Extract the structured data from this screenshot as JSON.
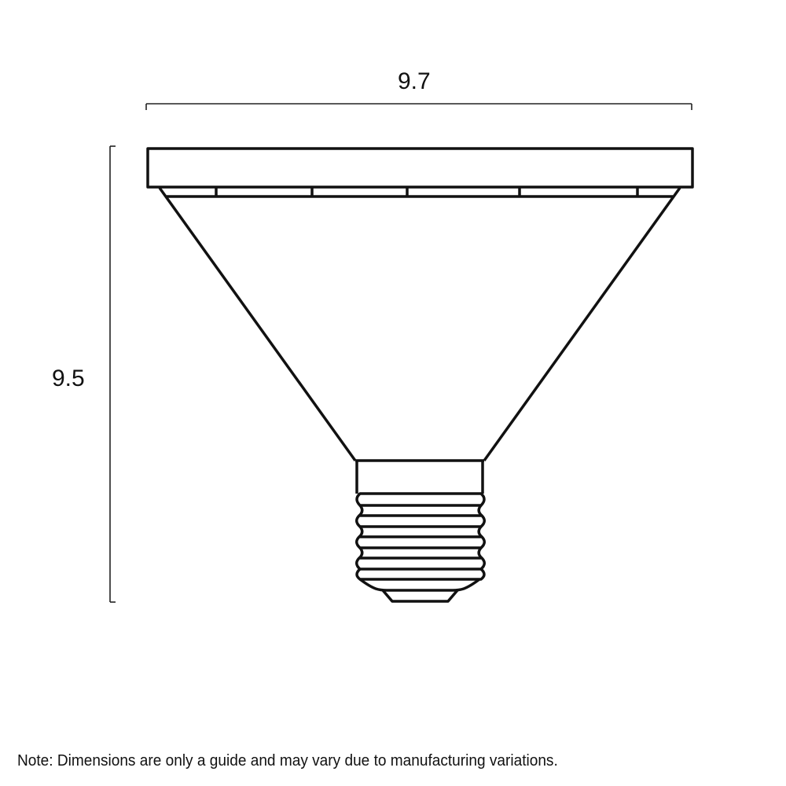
{
  "diagram": {
    "subject": "PAR30 short-neck light bulb outline",
    "dimensions": {
      "width": "9.7",
      "height": "9.5"
    },
    "line_color": "#111111",
    "background": "#ffffff"
  },
  "footer": {
    "note": "Note: Dimensions are only a guide and may vary due to manufacturing variations."
  }
}
